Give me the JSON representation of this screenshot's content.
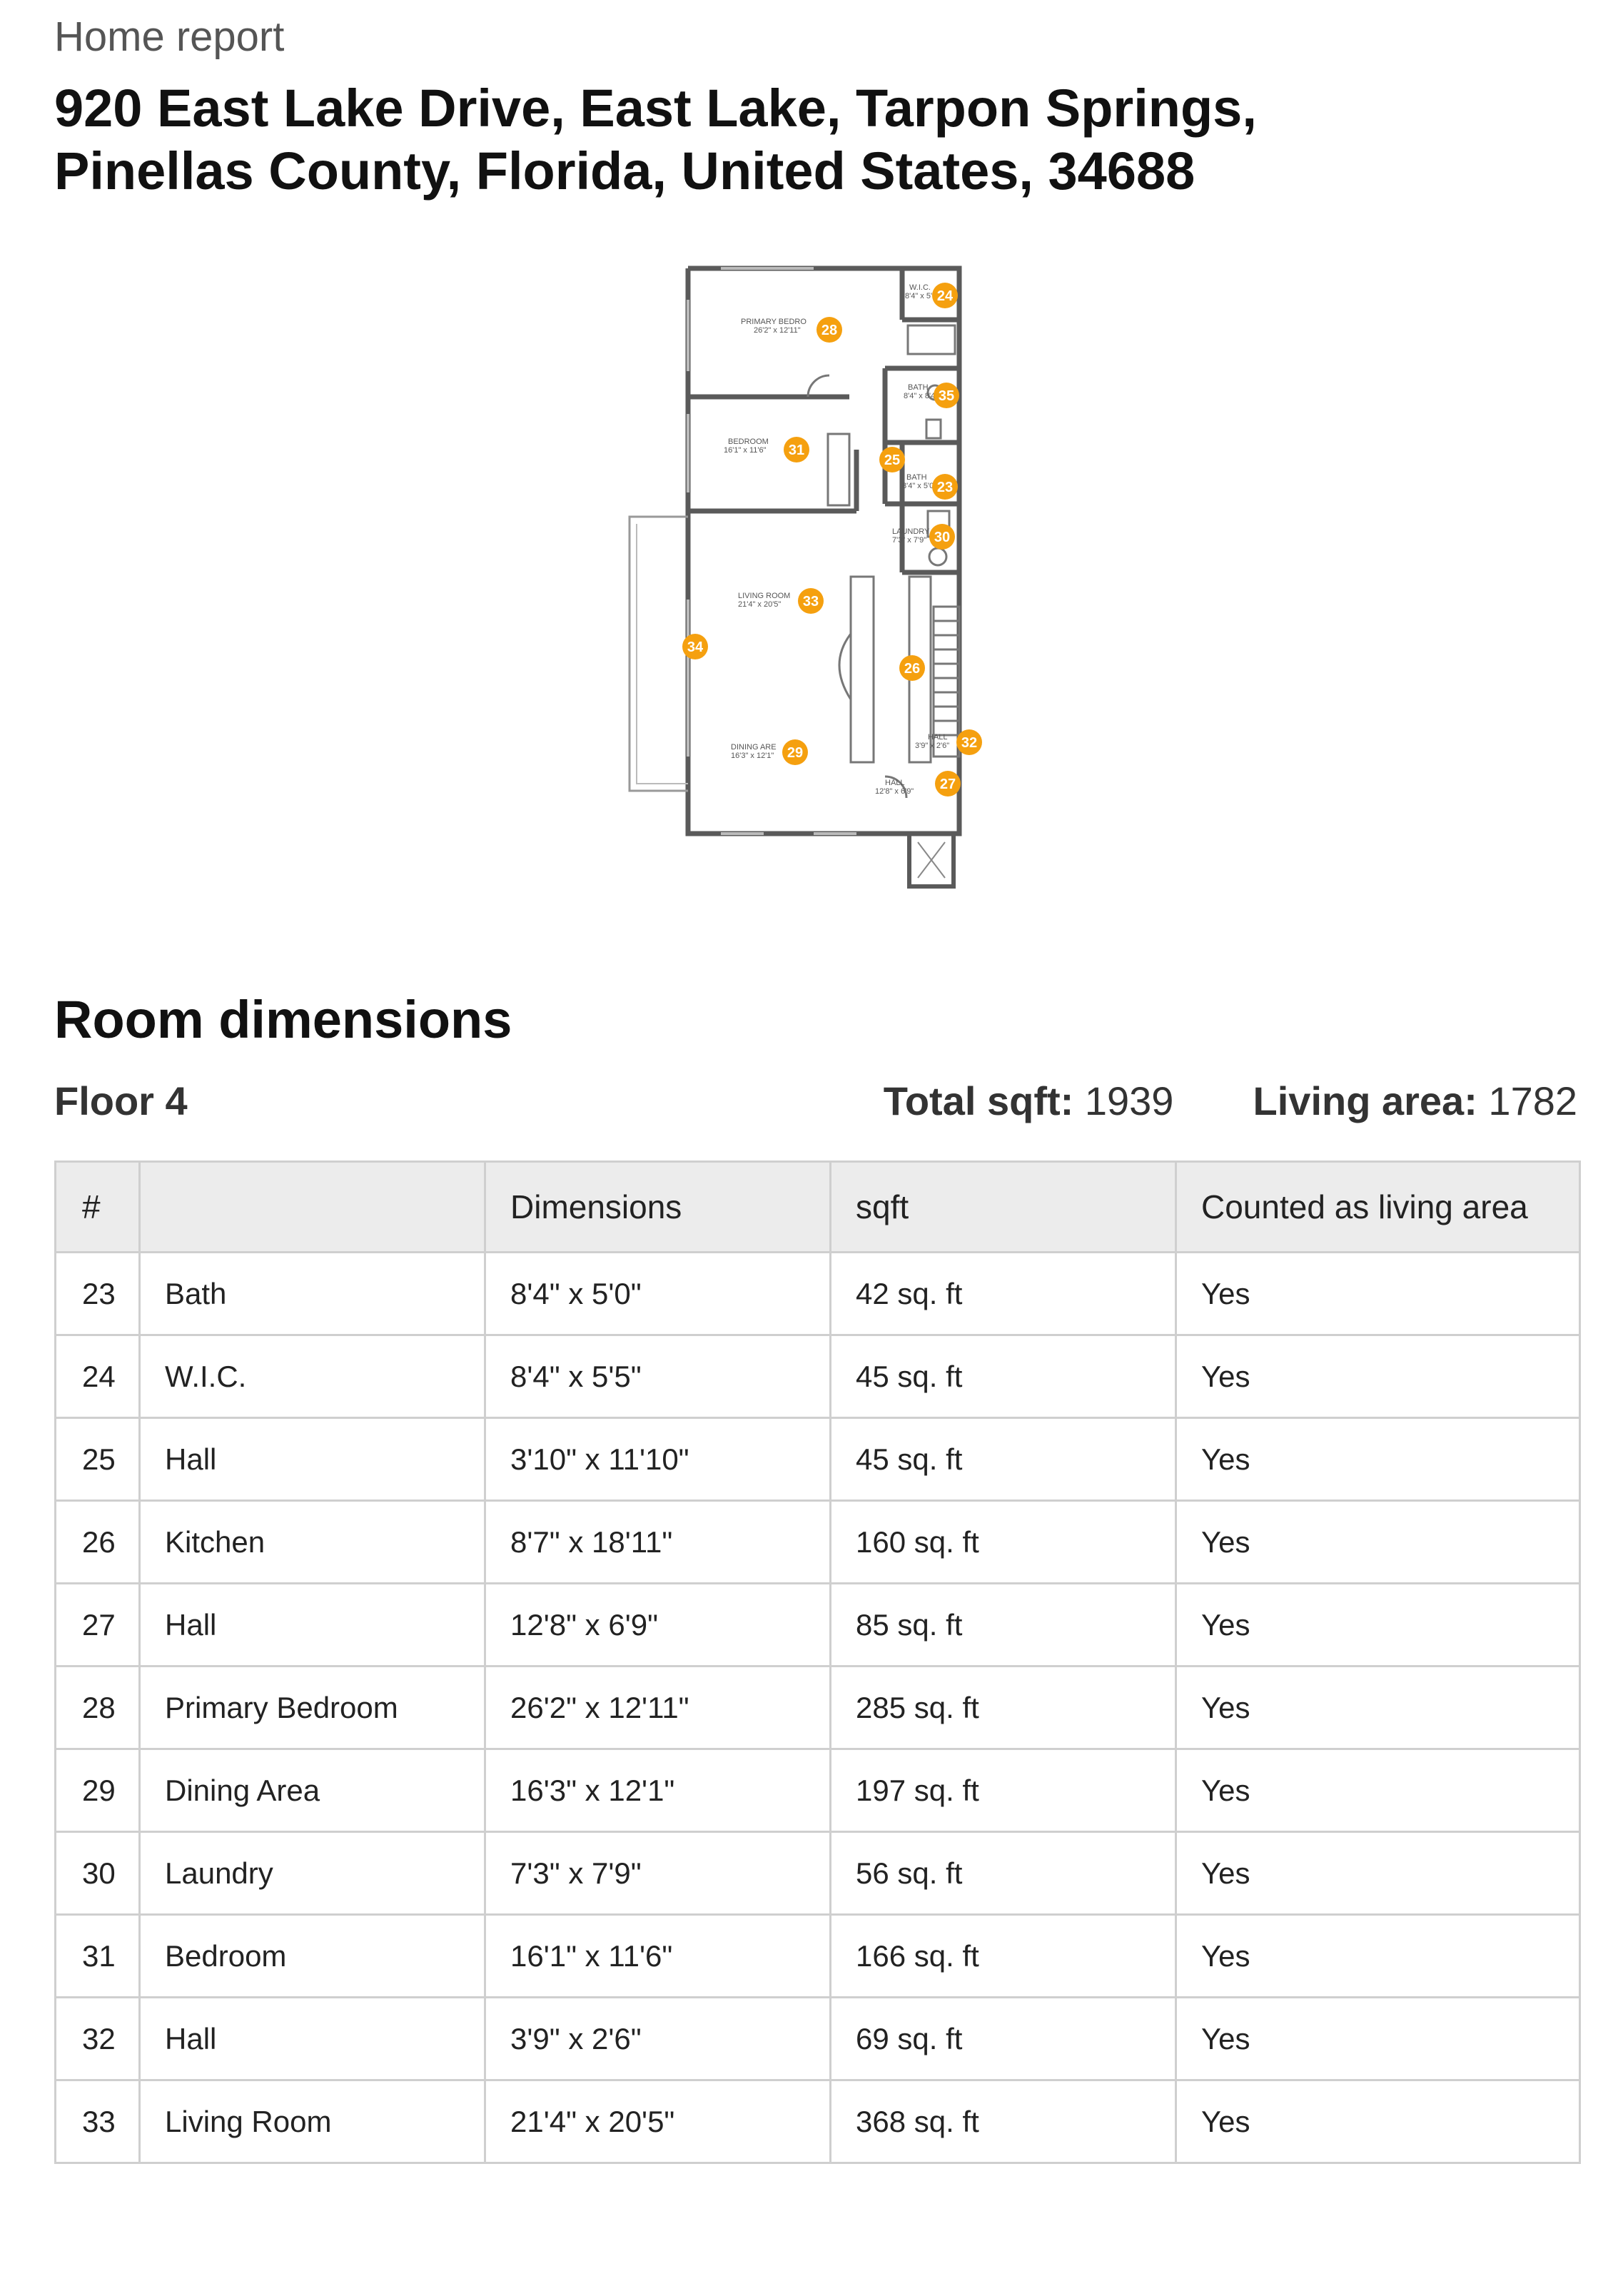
{
  "header": {
    "report_label": "Home report",
    "address_line1": "920 East Lake Drive, East Lake, Tarpon Springs,",
    "address_line2": "Pinellas County, Florida, United States, 34688"
  },
  "floorplan": {
    "badge_color": "#F5A00F",
    "labels": [
      {
        "name": "W.I.C.",
        "dims": "8'4\" x 5'5\""
      },
      {
        "name": "PRIMARY BEDRO",
        "dims": "26'2\" x 12'11\""
      },
      {
        "name": "BATH",
        "dims": "8'4\" x 8'4\""
      },
      {
        "name": "BEDROOM",
        "dims": "16'1\" x 11'6\""
      },
      {
        "name": "BATH",
        "dims": "8'4\" x 5'0\""
      },
      {
        "name": "LAUNDRY",
        "dims": "7'3\" x 7'9\""
      },
      {
        "name": "LIVING ROOM",
        "dims": "21'4\" x 20'5\""
      },
      {
        "name": "DINING ARE",
        "dims": "16'3\" x 12'1\""
      },
      {
        "name": "HALL",
        "dims": "3'9\" x 2'6\""
      },
      {
        "name": "HALL",
        "dims": "12'8\" x 6'9\""
      }
    ],
    "badges": [
      "24",
      "28",
      "35",
      "31",
      "25",
      "23",
      "30",
      "33",
      "34",
      "26",
      "32",
      "29",
      "27"
    ]
  },
  "section": {
    "title": "Room dimensions",
    "floor": "Floor 4",
    "total_sqft_label": "Total sqft:",
    "total_sqft_value": "1939",
    "living_area_label": "Living area:",
    "living_area_value": "1782"
  },
  "table": {
    "headers": [
      "#",
      "",
      "Dimensions",
      "sqft",
      "Counted as living area"
    ],
    "rows": [
      [
        "23",
        "Bath",
        "8'4\" x 5'0\"",
        "42 sq. ft",
        "Yes"
      ],
      [
        "24",
        "W.I.C.",
        "8'4\" x 5'5\"",
        "45 sq. ft",
        "Yes"
      ],
      [
        "25",
        "Hall",
        "3'10\" x 11'10\"",
        "45 sq. ft",
        "Yes"
      ],
      [
        "26",
        "Kitchen",
        "8'7\" x 18'11\"",
        "160 sq. ft",
        "Yes"
      ],
      [
        "27",
        "Hall",
        "12'8\" x 6'9\"",
        "85 sq. ft",
        "Yes"
      ],
      [
        "28",
        "Primary Bedroom",
        "26'2\" x 12'11\"",
        "285 sq. ft",
        "Yes"
      ],
      [
        "29",
        "Dining Area",
        "16'3\" x 12'1\"",
        "197 sq. ft",
        "Yes"
      ],
      [
        "30",
        "Laundry",
        "7'3\" x 7'9\"",
        "56 sq. ft",
        "Yes"
      ],
      [
        "31",
        "Bedroom",
        "16'1\" x 11'6\"",
        "166 sq. ft",
        "Yes"
      ],
      [
        "32",
        "Hall",
        "3'9\" x 2'6\"",
        "69 sq. ft",
        "Yes"
      ],
      [
        "33",
        "Living Room",
        "21'4\" x 20'5\"",
        "368 sq. ft",
        "Yes"
      ]
    ]
  }
}
